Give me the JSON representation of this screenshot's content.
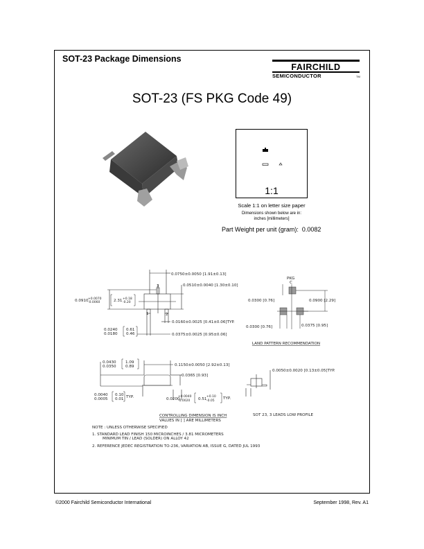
{
  "header": {
    "title": "SOT-23 Package Dimensions"
  },
  "logo": {
    "brand": "FAIRCHILD",
    "sub": "SEMICONDUCTOR",
    "tm": "TM"
  },
  "package_title": "SOT-23 (FS PKG Code 49)",
  "scale": {
    "ratio": "1:1",
    "caption": "Scale 1:1 on letter size paper",
    "units_line1": "Dimensions shown below are in:",
    "units_line2": "inches [millimeters]"
  },
  "weight": {
    "label": "Part Weight per unit (gram):",
    "value": "0.0082"
  },
  "top_view": {
    "width": "0.0750±0.0050  [1.91±0.13]",
    "body_width": "0.0510±0.0040  [1.30±0.10]",
    "pin3": "3",
    "pin1": "1",
    "pin2": "2",
    "length_nom": "0.0910",
    "length_plus": "+0.0070",
    "length_minus": "-0.0060",
    "length_mm_nom": "2.31",
    "length_mm_plus": "+0.18",
    "length_mm_minus": "-0.20",
    "lead_width": "0.0160±0.0025  [0.41±0.06]TYP.",
    "lead_len_max": "0.0240",
    "lead_len_min": "0.0180",
    "lead_len_mm_max": "0.61",
    "lead_len_mm_min": "0.46",
    "pitch": "0.0375±0.0025  [0.95±0.06]"
  },
  "land_pattern": {
    "pkg": "PKG",
    "center": "C",
    "pad_height": "0.0300  [0.76]",
    "span": "0.0900  [2.29]",
    "pad_width": "0.0300  [0.76]",
    "pitch": "0.0375  [0.95]",
    "title": "LAND PATTERN RECOMMENDATION"
  },
  "side_view": {
    "height_max": "0.0430",
    "height_min": "0.0350",
    "height_mm_max": "1.09",
    "height_mm_min": "0.89",
    "length": "0.1150±0.0050  [2.92±0.13]",
    "body_height": "0.0365  [0.93]",
    "standoff_max": "0.0040",
    "standoff_min": "0.0005",
    "standoff_mm_max": "0.10",
    "standoff_mm_min": "0.01",
    "standoff_typ": "TYP.",
    "foot_nom": "0.0200",
    "foot_plus": "+0.0040",
    "foot_minus": "-0.0020",
    "foot_mm_nom": "0.51",
    "foot_mm_plus": "+0.10",
    "foot_mm_minus": "-0.05",
    "foot_typ": "TYP.",
    "controlling1": "CONTROLLING DIMENSION IS INCH",
    "controlling2": "VALUES IN [  ] ARE MILLIMETERS"
  },
  "end_view": {
    "lead_thickness": "0.0050±0.0020  [0.13±0.05]TYP.",
    "caption": "SOT 23, 3 LEADS LOW PROFILE"
  },
  "notes": {
    "heading": "NOTE : UNLESS OTHERWISE SPECIFIED",
    "n1a": "1.   STANDARD LEAD FINISH 150 MICROINCHES / 3.81 MICROMETERS",
    "n1b": "MINIMUM TIN / LEAD (SOLDER) ON ALLOY 42",
    "n2": "2.   REFERENCE JEDEC REGISTRATION TO-236, VARIATION AB, ISSUE G, DATED JUL 1993"
  },
  "footer": {
    "copyright": "©2000 Fairchild Semiconductor International",
    "revision": "September 1998, Rev. A1"
  }
}
